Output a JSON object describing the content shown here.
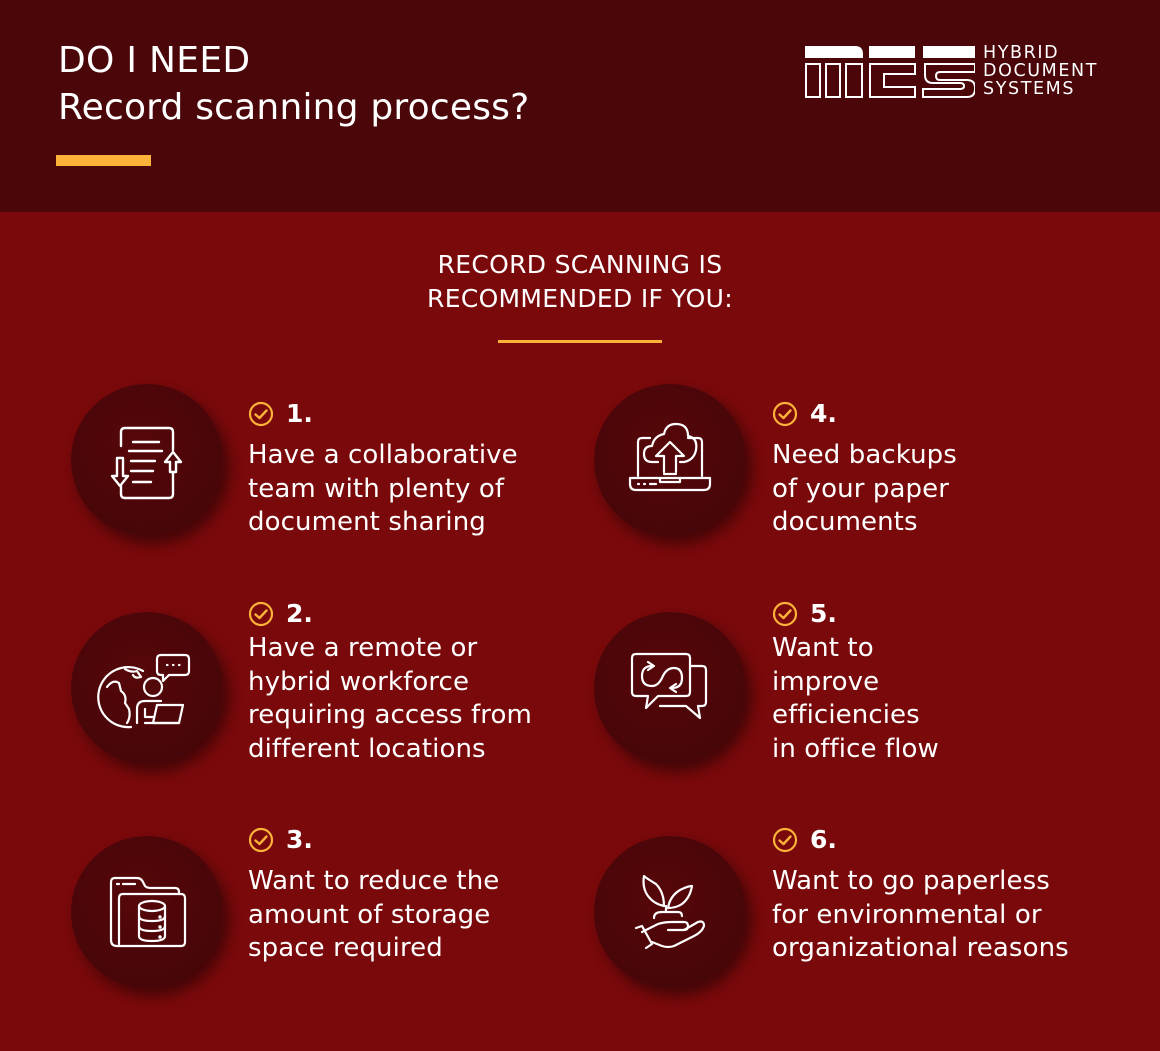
{
  "header": {
    "title_line1": "DO I NEED",
    "title_line2": "Record scanning process?",
    "accent_color": "#fdb23a",
    "background_color": "#4a0609"
  },
  "logo": {
    "mark": "HDS",
    "line1": "HYBRID",
    "line2": "DOCUMENT",
    "line3": "SYSTEMS"
  },
  "section": {
    "subtitle_line1": "RECORD SCANNING IS",
    "subtitle_line2": "RECOMMENDED IF YOU:",
    "background_color": "#7a090b"
  },
  "items": [
    {
      "number": "1.",
      "icon": "document-upload-download-icon",
      "text": "Have a collaborative\nteam with plenty of\ndocument sharing"
    },
    {
      "number": "2.",
      "icon": "globe-remote-worker-icon",
      "text": "Have a remote or\nhybrid workforce\nrequiring access from\ndifferent locations"
    },
    {
      "number": "3.",
      "icon": "folder-database-icon",
      "text": "Want to reduce the\namount of storage\nspace required"
    },
    {
      "number": "4.",
      "icon": "laptop-cloud-upload-icon",
      "text": "Need backups\nof your paper\ndocuments"
    },
    {
      "number": "5.",
      "icon": "chat-sync-icon",
      "text": "Want to\nimprove\nefficiencies\nin office flow"
    },
    {
      "number": "6.",
      "icon": "hand-plant-icon",
      "text": "Want to go paperless\nfor environmental or\norganizational reasons"
    }
  ]
}
